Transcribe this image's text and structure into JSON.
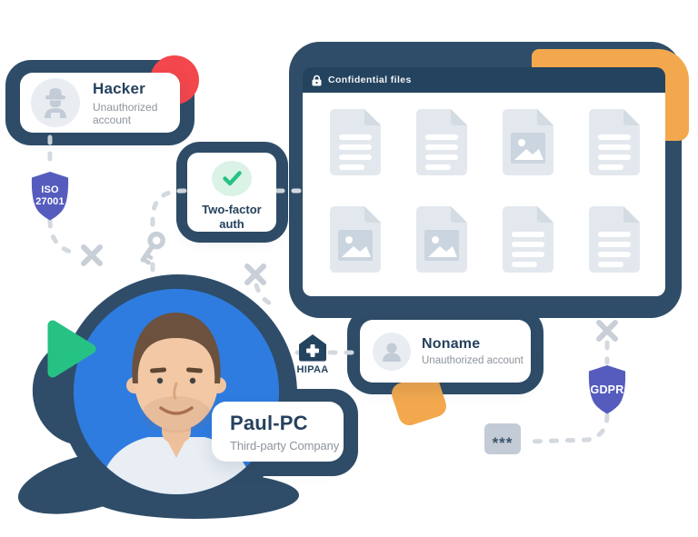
{
  "colors": {
    "navy": "#2F4D68",
    "navy-dark": "#24435F",
    "text-navy": "#25415E",
    "text-gray": "#8D949C",
    "red": "#F3464D",
    "indigo": "#555CBE",
    "green": "#25C284",
    "green-light": "#DBF2E6",
    "blue": "#2E7CE0",
    "orange": "#F3A84E",
    "line-gray": "#D3D9DF",
    "icon-gray": "#C8CFD7",
    "avatar-bg": "#E9EDF2",
    "avatar-fg": "#C2CBD6",
    "doc-fill": "#E3E8EE",
    "doc-fold": "#D3DBE3",
    "doc-media": "#CBD5DF"
  },
  "window": {
    "title": "Confidential files",
    "files": [
      "text",
      "text",
      "image",
      "text",
      "image",
      "image",
      "text",
      "text"
    ]
  },
  "cards": {
    "hacker": {
      "title": "Hacker",
      "subtitle": "Unauthorized account"
    },
    "two_factor": {
      "line1": "Two-factor",
      "line2": "auth"
    },
    "noname": {
      "title": "Noname",
      "subtitle": "Unauthorized account"
    },
    "paul": {
      "title": "Paul-PC",
      "subtitle": "Third-party Company"
    }
  },
  "badges": {
    "iso": {
      "line1": "ISO",
      "line2": "27001"
    },
    "gdpr": {
      "label": "GDPR"
    },
    "hipaa": {
      "label": "HIPAA"
    }
  },
  "password_chip": {
    "text": "***"
  },
  "icons": {
    "lock": "lock-icon",
    "check": "check-icon",
    "hacker_avatar": "hooded-hacker-icon",
    "person": "person-icon",
    "hipaa_house": "medical-house-icon",
    "key": "key-icon",
    "x_mark": "x-cross-icon",
    "play": "play-triangle-icon"
  }
}
